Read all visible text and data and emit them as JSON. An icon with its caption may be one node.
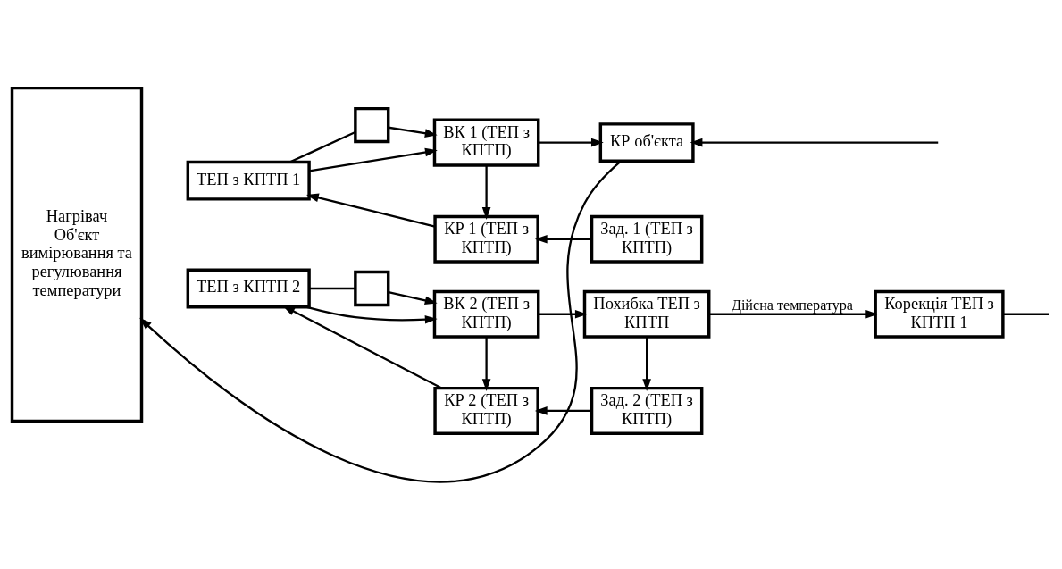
{
  "diagram": {
    "nodes": [
      {
        "text": [
          "Нагрівач",
          "Об'єкт вимірювання та регулювання температури"
        ]
      },
      {
        "text": [
          "ТЕП з КПТП 1"
        ]
      },
      {
        "text": [],
        "shape": "box"
      },
      {
        "text": [
          "ВК 1 (ТЕП з КПТП)"
        ]
      },
      {
        "text": [
          "КР 1 (ТЕП з КПТП)"
        ]
      },
      {
        "text": [
          "КР об'єкта"
        ]
      },
      {
        "text": [
          "Зад. 1 (ТЕП з КПТП)"
        ]
      },
      {
        "text": [
          "Корекція ТЕП з КПТП 1"
        ]
      },
      {
        "text": [
          "Похибка ТЕП з КПТП"
        ]
      },
      {
        "text": [
          "ТЕП з КПТП 2"
        ]
      },
      {
        "text": [],
        "shape": "box"
      },
      {
        "text": [
          "ВК 2 (ТЕП з КПТП)"
        ]
      },
      {
        "text": [
          "КР 2 (ТЕП з КПТП)"
        ]
      },
      {
        "text": [
          "Зад. 2 (ТЕП з КПТП)"
        ]
      }
    ],
    "edges": [
      {
        "from": 1,
        "to": 3,
        "arrow": "to"
      },
      {
        "from": 1,
        "to": 2,
        "arrow": "none"
      },
      {
        "from": 2,
        "to": 3,
        "arrow": "to"
      },
      {
        "from": 3,
        "to": 5,
        "arrow": "to"
      },
      {
        "from": 3,
        "to": 4,
        "arrow": "to"
      },
      {
        "from": 4,
        "to": 1,
        "arrow": "to"
      },
      {
        "from": 6,
        "to": 4,
        "arrow": "to"
      },
      {
        "from": 5,
        "to": 0,
        "arrow": "to"
      },
      {
        "from": null,
        "to": 5,
        "arrow": "to"
      },
      {
        "from": 7,
        "to": null,
        "arrow": "none"
      },
      {
        "from": 9,
        "to": 11,
        "arrow": "to"
      },
      {
        "from": 9,
        "to": 10,
        "arrow": "none"
      },
      {
        "from": 10,
        "to": 11,
        "arrow": "to"
      },
      {
        "from": 11,
        "to": 8,
        "arrow": "to"
      },
      {
        "from": 11,
        "to": 12,
        "arrow": "to"
      },
      {
        "from": 12,
        "to": 9,
        "arrow": "to"
      },
      {
        "from": 13,
        "to": 12,
        "arrow": "to"
      },
      {
        "from": 8,
        "to": 13,
        "arrow": "to"
      },
      {
        "from": 8,
        "to": 7,
        "arrow": "to",
        "label": "Дійсна температура"
      }
    ]
  }
}
